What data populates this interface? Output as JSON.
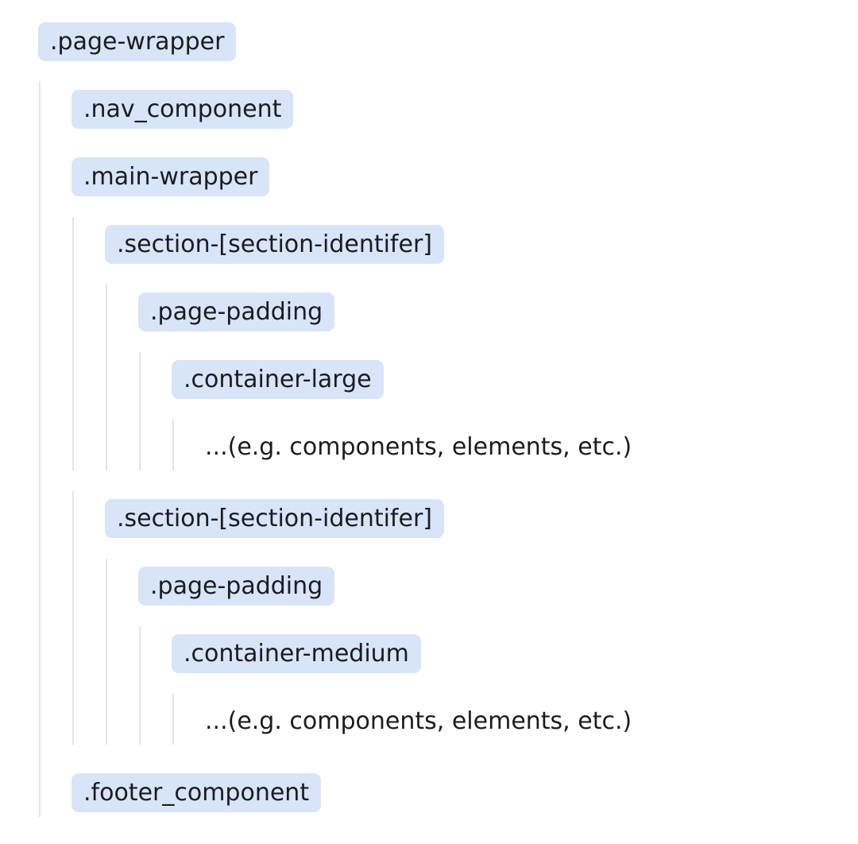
{
  "colors": {
    "background": "#ffffff",
    "badge_background": "#d8e4f8",
    "badge_text": "#1a1c1f",
    "guide_line": "#e5e5e5"
  },
  "tree": {
    "root": ".page-wrapper",
    "children": {
      "nav": ".nav_component",
      "main": ".main-wrapper",
      "sections": [
        {
          "label": ".section-[section-identifer]",
          "page_padding": ".page-padding",
          "container": ".container-large",
          "note": "...(e.g. components, elements, etc.)"
        },
        {
          "label": ".section-[section-identifer]",
          "page_padding": ".page-padding",
          "container": ".container-medium",
          "note": "...(e.g. components, elements, etc.)"
        }
      ],
      "footer": ".footer_component"
    }
  }
}
